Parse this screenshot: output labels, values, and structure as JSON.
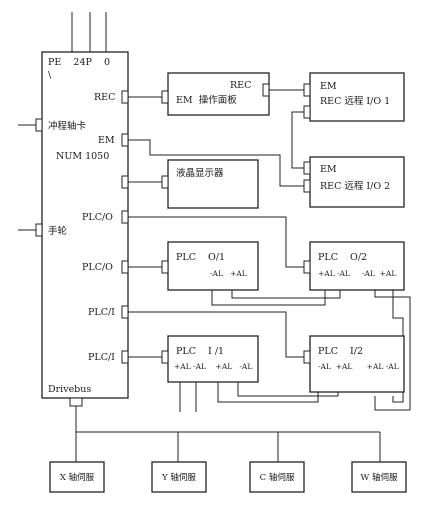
{
  "cnc": {
    "top_label": "PE    24P    0",
    "backslash": "\\",
    "rec": "REC",
    "punch_card": "冲程轴卡",
    "em": "EM",
    "num": "NUM 1050",
    "plc_o_1": "PLC/O",
    "handwheel": "手轮",
    "plc_o_2": "PLC/O",
    "plc_i_1": "PLC/I",
    "plc_i_2": "PLC/I",
    "drivebus": "Drivebus"
  },
  "panel": {
    "rec": "REC",
    "label": "EM  操作面板"
  },
  "remote1": {
    "em": "EM",
    "label": "REC 远程 I/O 1"
  },
  "remote2": {
    "em": "EM",
    "label": "REC 远程 I/O 2"
  },
  "lcd": {
    "label": "液晶显示器"
  },
  "plc_o1": {
    "title": "PLC    O/1",
    "terms": "-AL   +AL"
  },
  "plc_o2": {
    "title": "PLC    O/2",
    "terms": "+AL -AL     -AL  +AL"
  },
  "plc_i1": {
    "title": "PLC    I /1",
    "terms": "+AL -AL    +AL   -AL"
  },
  "plc_i2": {
    "title": "PLC    I/2",
    "terms": "-AL  +AL      +AL -AL"
  },
  "servos": [
    "X 轴伺服",
    "Y 轴伺服",
    "C 轴伺服",
    "W 轴伺服"
  ]
}
